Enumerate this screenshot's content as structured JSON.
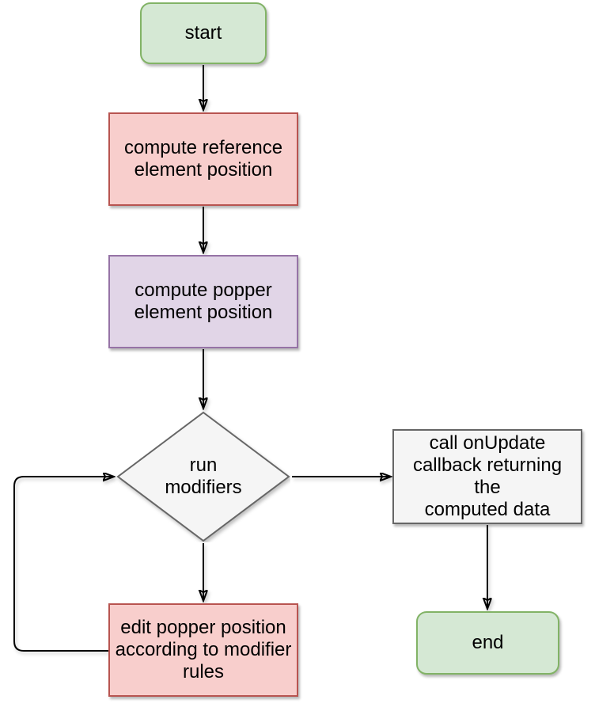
{
  "diagram": {
    "background_color": "#ffffff",
    "connector_color": "#000000",
    "text_color": "#000000"
  },
  "nodes": [
    {
      "id": "start",
      "shape": "rounded",
      "label": "start",
      "fill": "#d5e8d4",
      "stroke": "#82b366"
    },
    {
      "id": "compute-reference",
      "shape": "rect",
      "label": "compute reference\nelement position",
      "fill": "#f8cecc",
      "stroke": "#b85450"
    },
    {
      "id": "compute-popper",
      "shape": "rect",
      "label": "compute popper\nelement position",
      "fill": "#e1d5e7",
      "stroke": "#9673a6"
    },
    {
      "id": "run-modifiers",
      "shape": "diamond",
      "label": "run\nmodifiers",
      "fill": "#f5f5f5",
      "stroke": "#666666"
    },
    {
      "id": "call-onupdate",
      "shape": "rect",
      "label": "call onUpdate\ncallback returning the\ncomputed data",
      "fill": "#f5f5f5",
      "stroke": "#666666"
    },
    {
      "id": "edit-popper",
      "shape": "rect",
      "label": "edit popper position\naccording to modifier\nrules",
      "fill": "#f8cecc",
      "stroke": "#b85450"
    },
    {
      "id": "end",
      "shape": "rounded",
      "label": "end",
      "fill": "#d5e8d4",
      "stroke": "#82b366"
    }
  ],
  "edges": [
    {
      "from": "start",
      "to": "compute-reference"
    },
    {
      "from": "compute-reference",
      "to": "compute-popper"
    },
    {
      "from": "compute-popper",
      "to": "run-modifiers"
    },
    {
      "from": "run-modifiers",
      "to": "edit-popper"
    },
    {
      "from": "run-modifiers",
      "to": "call-onupdate"
    },
    {
      "from": "call-onupdate",
      "to": "end"
    },
    {
      "from": "edit-popper",
      "to": "run-modifiers"
    }
  ]
}
